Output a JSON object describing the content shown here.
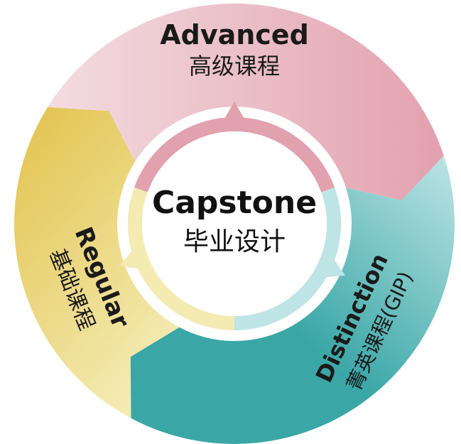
{
  "center": {
    "title": "Capstone",
    "subtitle": "毕业设计"
  },
  "segments": [
    {
      "id": "advanced",
      "title": "Advanced",
      "subtitle": "高级课程",
      "color_light": "#f3dce1",
      "color_dark": "#e2a1ae"
    },
    {
      "id": "distinction",
      "title": "Distinction",
      "subtitle": "菁英课程(GIP)",
      "color_light": "#bfe4e6",
      "color_dark": "#3aa7a6"
    },
    {
      "id": "regular",
      "title": "Regular",
      "subtitle": "基础课程",
      "color_light": "#f4ebb3",
      "color_dark": "#e2c24c"
    }
  ]
}
